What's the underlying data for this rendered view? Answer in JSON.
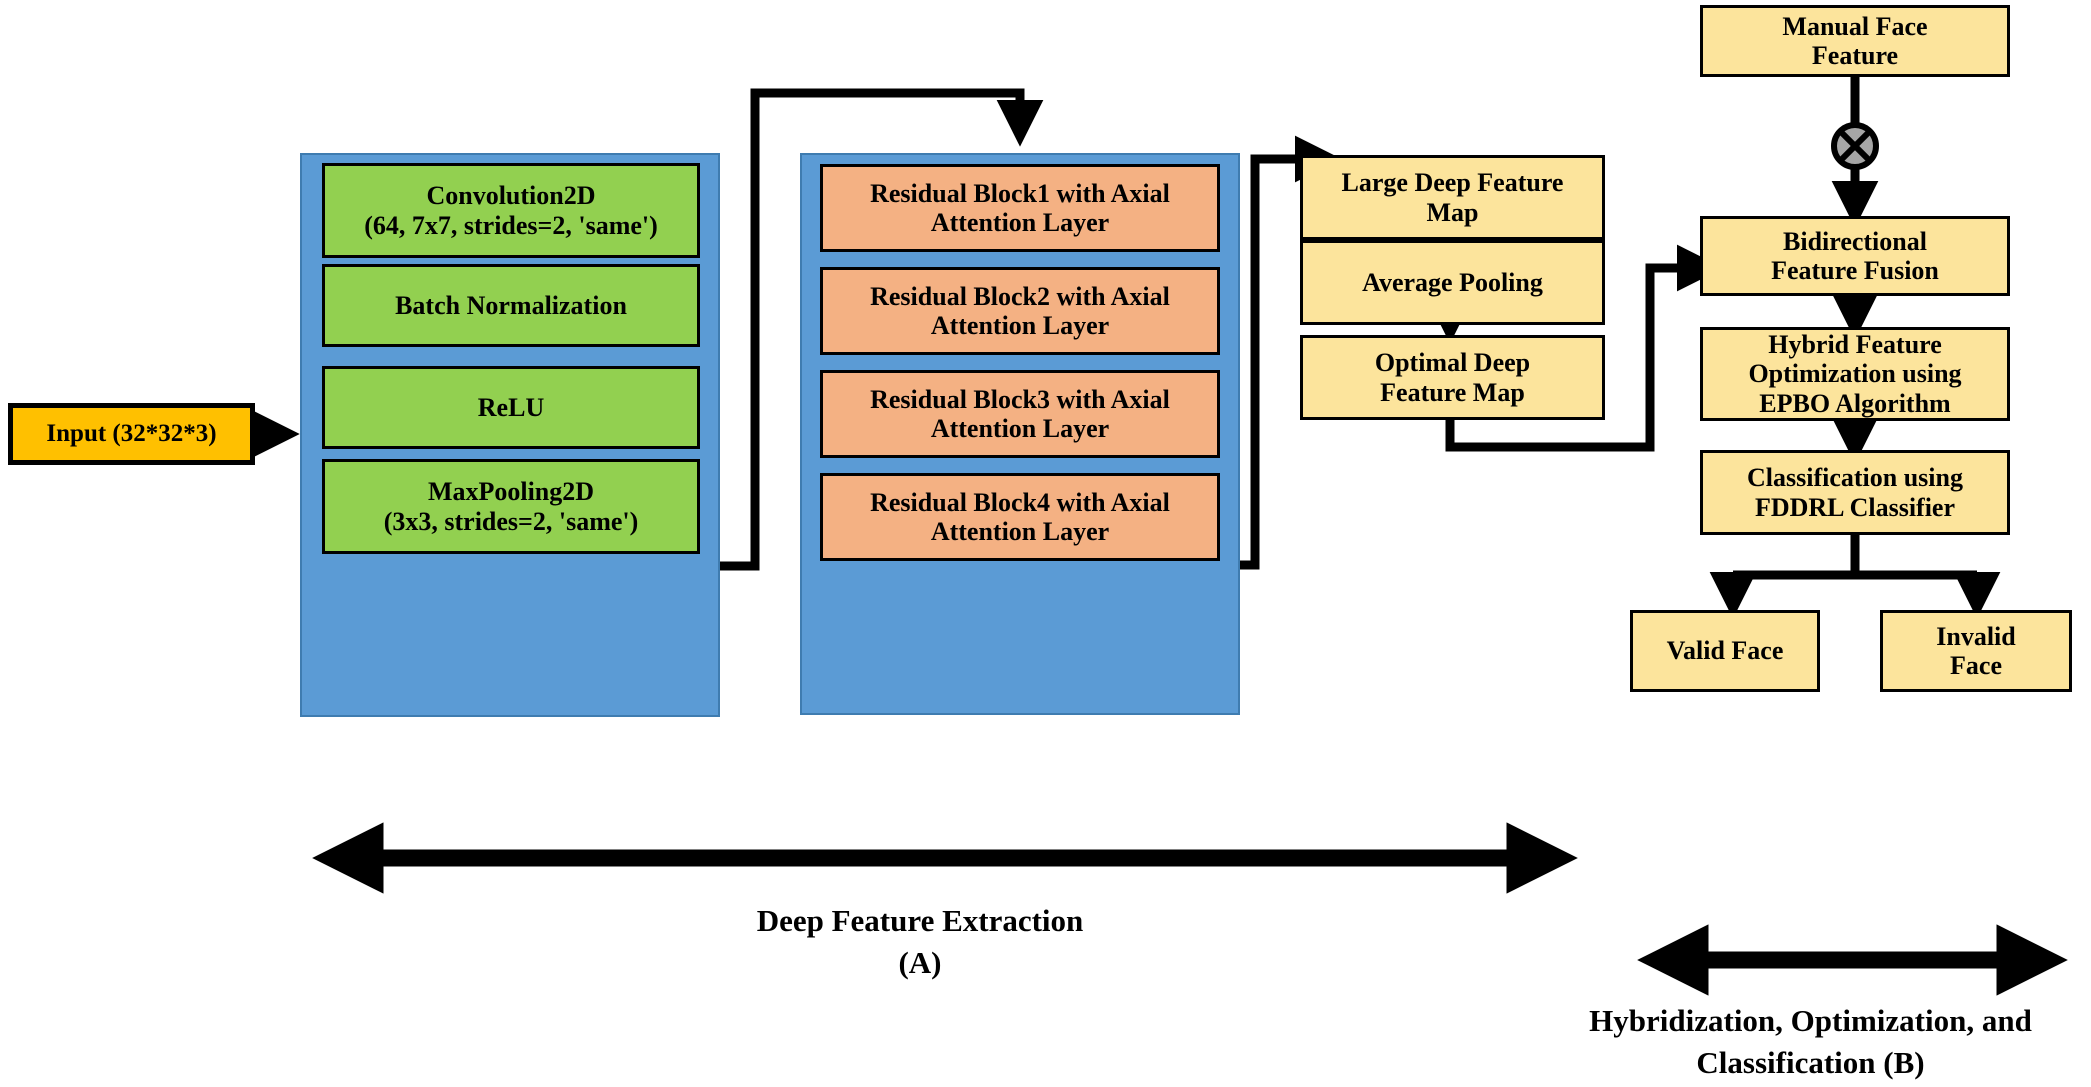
{
  "diagram": {
    "title_a": "Deep Feature Extraction\n(A)",
    "title_b": "Hybridization, Optimization, and\nClassification (B)",
    "colors": {
      "input_box": "#ffc000",
      "stem_box": "#92d050",
      "residual_box": "#f4b183",
      "group_panel": "#5b9bd5",
      "feature_box": "#fce49c",
      "stroke": "#000000",
      "operator_fill": "#a6a6a6"
    },
    "input": {
      "label": "Input (32*32*3)"
    },
    "stem_group": {
      "name": "stem-block-group",
      "blocks": [
        {
          "label": "Convolution2D\n(64, 7x7, strides=2, 'same')"
        },
        {
          "label": "Batch Normalization"
        },
        {
          "label": "ReLU"
        },
        {
          "label": "MaxPooling2D\n(3x3, strides=2, 'same')"
        }
      ]
    },
    "residual_group": {
      "name": "residual-block-group",
      "blocks": [
        {
          "label": "Residual Block1 with Axial\nAttention Layer"
        },
        {
          "label": "Residual Block2 with Axial\nAttention Layer"
        },
        {
          "label": "Residual Block3 with Axial\nAttention Layer"
        },
        {
          "label": "Residual Block4 with Axial\nAttention Layer"
        }
      ]
    },
    "feature_column": {
      "blocks": [
        {
          "label": "Large Deep Feature\nMap"
        },
        {
          "label": "Average Pooling"
        },
        {
          "label": "Optimal Deep\nFeature Map"
        }
      ]
    },
    "classification_column": {
      "manual_feature": {
        "label": "Manual Face\nFeature"
      },
      "operator": {
        "symbol": "⊗",
        "name": "tensor-product-operator"
      },
      "blocks": [
        {
          "label": "Bidirectional\nFeature Fusion"
        },
        {
          "label": "Hybrid Feature\nOptimization using\nEPBO Algorithm"
        },
        {
          "label": "Classification using\nFDDRL Classifier"
        }
      ],
      "outcomes": [
        {
          "label": "Valid Face"
        },
        {
          "label": "Invalid\nFace"
        }
      ]
    }
  }
}
